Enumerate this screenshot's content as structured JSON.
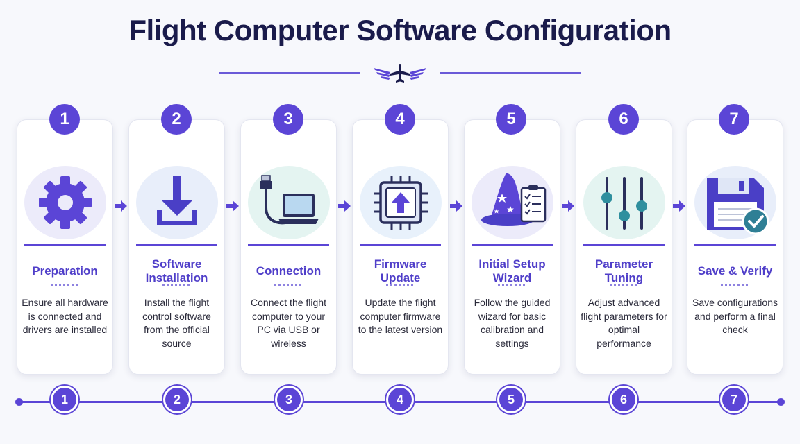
{
  "title": "Flight Computer Software Configuration",
  "colors": {
    "accent": "#5b45d6",
    "title": "#1a1b4b",
    "step_title": "#4f3ec9",
    "card_bg": "#ffffff"
  },
  "steps": [
    {
      "number": "1",
      "title": "Preparation",
      "description": "Ensure all hardware is connected and drivers are installed",
      "icon": "gear-icon"
    },
    {
      "number": "2",
      "title": "Software Installation",
      "description": "Install the flight control software from the official source",
      "icon": "download-icon"
    },
    {
      "number": "3",
      "title": "Connection",
      "description": "Connect the flight computer to your PC via USB or wireless",
      "icon": "usb-laptop-icon"
    },
    {
      "number": "4",
      "title": "Firmware Update",
      "description": "Update the flight computer firmware to the latest version",
      "icon": "chip-upload-icon"
    },
    {
      "number": "5",
      "title": "Initial Setup Wizard",
      "description": "Follow the guided wizard for basic calibration and settings",
      "icon": "wizard-hat-checklist-icon"
    },
    {
      "number": "6",
      "title": "Parameter Tuning",
      "description": "Adjust advanced flight parameters for optimal performance",
      "icon": "sliders-icon"
    },
    {
      "number": "7",
      "title": "Save & Verify",
      "description": "Save configurations and perform a final check",
      "icon": "floppy-check-icon"
    }
  ]
}
